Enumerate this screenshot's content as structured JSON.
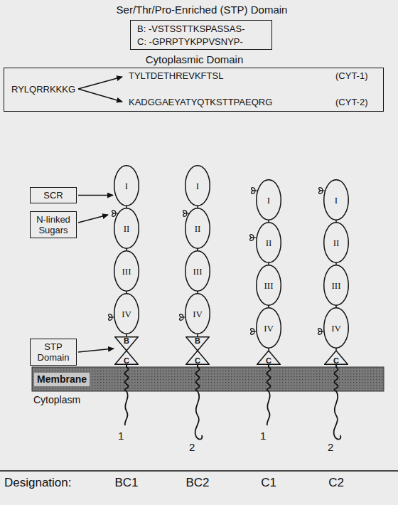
{
  "diagram": {
    "nodes": [
      {
        "text": [
          "Ser/Thr/Pro-Enriched (STP) Domain",
          "B: -VSTSSTTKSPASSAS-",
          "C: -GPRPTYKPPVSNYP-"
        ]
      },
      {
        "text": [
          "Cytoplasmic Domain",
          "RYLQRRKKKG",
          "TYLTDETHREVKFTSL",
          "(CYT-1)",
          "KADGGAEYATYQTKSTTPAEQRG",
          "(CYT-2)"
        ]
      },
      {
        "text": [
          "SCR"
        ]
      },
      {
        "text": [
          "N-linked Sugars"
        ]
      },
      {
        "text": [
          "STP Domain"
        ]
      },
      {
        "text": [
          "I"
        ]
      },
      {
        "text": [
          "II"
        ]
      },
      {
        "text": [
          "III"
        ]
      },
      {
        "text": [
          "IV"
        ]
      },
      {
        "text": [
          "B"
        ]
      },
      {
        "text": [
          "C"
        ]
      },
      {
        "text": [
          "I"
        ]
      },
      {
        "text": [
          "II"
        ]
      },
      {
        "text": [
          "III"
        ]
      },
      {
        "text": [
          "IV"
        ]
      },
      {
        "text": [
          "B"
        ]
      },
      {
        "text": [
          "C"
        ]
      },
      {
        "text": [
          "I"
        ]
      },
      {
        "text": [
          "II"
        ]
      },
      {
        "text": [
          "III"
        ]
      },
      {
        "text": [
          "IV"
        ]
      },
      {
        "text": [
          "C"
        ]
      },
      {
        "text": [
          "I"
        ]
      },
      {
        "text": [
          "II"
        ]
      },
      {
        "text": [
          "III"
        ]
      },
      {
        "text": [
          "IV"
        ]
      },
      {
        "text": [
          "C"
        ]
      },
      {
        "text": [
          "Membrane"
        ]
      }
    ],
    "edges": [
      {
        "from": 2,
        "to": 5,
        "arrow": "to"
      },
      {
        "from": 4,
        "to": 9,
        "arrow": "to"
      }
    ],
    "labels": [
      "Cytoplasm",
      "1",
      "2",
      "1",
      "2",
      "Designation:",
      "BC1",
      "BC2",
      "C1",
      "C2"
    ]
  }
}
